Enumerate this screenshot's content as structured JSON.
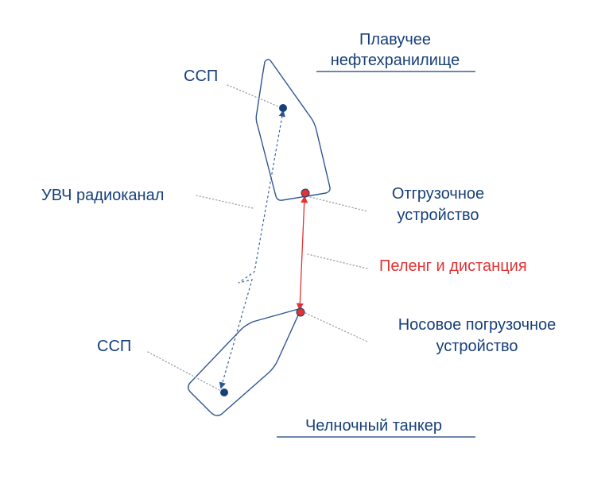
{
  "labels": {
    "floating_storage_line1": "Плавучее",
    "floating_storage_line2": "нефтехранилище",
    "ssp_top": "ССП",
    "vhf_channel": "УВЧ радиоканал",
    "offloading_line1": "Отгрузочное",
    "offloading_line2": "устройство",
    "bearing_distance": "Пеленг и дистанция",
    "bow_loading_line1": "Носовое погрузочное",
    "bow_loading_line2": "устройство",
    "ssp_bottom": "ССП",
    "shuttle_tanker": "Челночный танкер"
  },
  "colors": {
    "text_primary": "#173f7a",
    "accent_red": "#e03434",
    "vessel_outline": "#2d5591",
    "leader_line": "#9aa0a8"
  }
}
